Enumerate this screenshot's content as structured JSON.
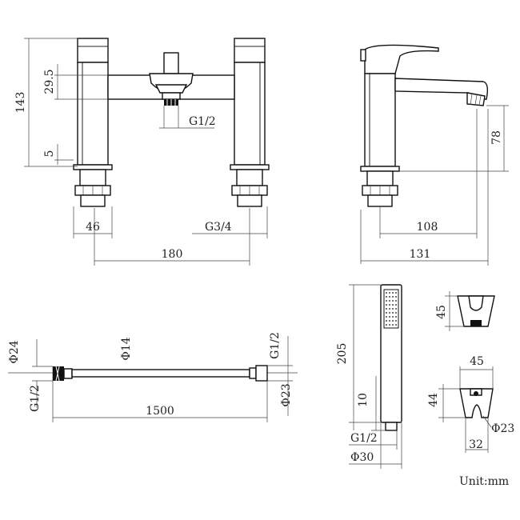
{
  "front_view": {
    "height_total": "143",
    "height_spout": "29.5",
    "height_base": "5",
    "outlet_thread": "G1/2",
    "inlet_thread": "G3/4",
    "width_leg": "46",
    "width_centers": "180"
  },
  "side_view": {
    "spout_height": "78",
    "spout_reach": "108",
    "total_depth": "131"
  },
  "hose": {
    "end_diameter": "Φ24",
    "hose_diameter": "Φ14",
    "thread_left": "G1/2",
    "thread_right": "G1/2",
    "nut_diameter": "Φ23",
    "length": "1500"
  },
  "handset": {
    "length": "205",
    "neck_length": "10",
    "thread": "G1/2",
    "diameter": "Φ30"
  },
  "holder": {
    "cap_height": "45",
    "width": "45",
    "height": "44",
    "clip_diameter": "Φ23",
    "base_width": "32"
  },
  "unit_label": "Unit:mm"
}
